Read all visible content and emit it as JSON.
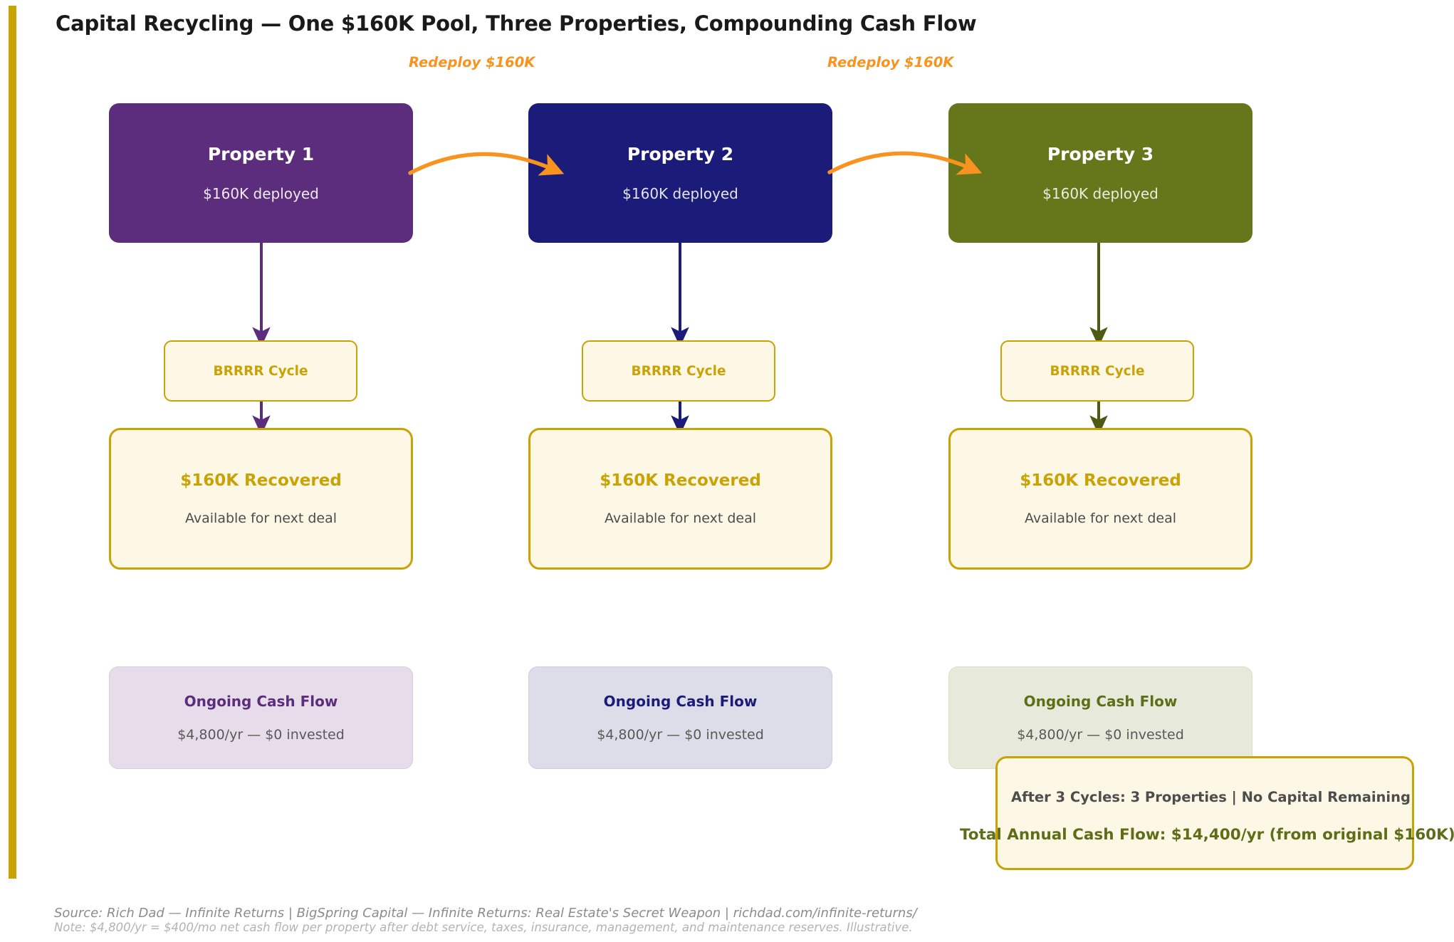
{
  "title": "Capital Recycling — One $160K Pool, Three Properties, Compounding Cash Flow",
  "colors": {
    "accent_bar": "#c9a206",
    "gold": "#c9a206",
    "cream": "#fdf8e6",
    "orange": "#f7931e",
    "purple": "#5c2d7d",
    "navy": "#1b1b7a",
    "olive": "#66761b",
    "title_text": "#1a1a1a"
  },
  "redeploy_labels": [
    {
      "text": "Redeploy $160K"
    },
    {
      "text": "Redeploy $160K"
    }
  ],
  "columns": [
    {
      "property": {
        "title": "Property 1",
        "subtitle": "$160K deployed",
        "color": "#5c2d7d"
      },
      "brrrr": {
        "label": "BRRRR Cycle"
      },
      "recovered": {
        "title": "$160K Recovered",
        "subtitle": "Available for next deal"
      },
      "cashflow": {
        "title": "Ongoing Cash Flow",
        "subtitle": "$4,800/yr  —  $0 invested"
      }
    },
    {
      "property": {
        "title": "Property 2",
        "subtitle": "$160K deployed",
        "color": "#1b1b7a"
      },
      "brrrr": {
        "label": "BRRRR Cycle"
      },
      "recovered": {
        "title": "$160K Recovered",
        "subtitle": "Available for next deal"
      },
      "cashflow": {
        "title": "Ongoing Cash Flow",
        "subtitle": "$4,800/yr  —  $0 invested"
      }
    },
    {
      "property": {
        "title": "Property 3",
        "subtitle": "$160K deployed",
        "color": "#66761b"
      },
      "brrrr": {
        "label": "BRRRR Cycle"
      },
      "recovered": {
        "title": "$160K Recovered",
        "subtitle": "Available for next deal"
      },
      "cashflow": {
        "title": "Ongoing Cash Flow",
        "subtitle": "$4,800/yr  —  $0 invested"
      }
    }
  ],
  "summary": {
    "line1": "After 3 Cycles: 3 Properties  |  No Capital Remaining",
    "line2": "Total Annual Cash Flow: $14,400/yr  (from original $160K)"
  },
  "footer": {
    "source": "Source: Rich Dad — Infinite Returns  |  BigSpring Capital — Infinite Returns: Real Estate's Secret Weapon  |  richdad.com/infinite-returns/",
    "note": "Note: $4,800/yr = $400/mo net cash flow per property after debt service, taxes, insurance, management, and maintenance reserves. Illustrative."
  },
  "chart_data": {
    "type": "diagram",
    "title": "Capital Recycling — One $160K Pool, Three Properties, Compounding Cash Flow",
    "pool_amount": "$160K",
    "cycles": 3,
    "nodes": [
      {
        "stage": "property",
        "cycle": 1,
        "label": "Property 1",
        "value": "$160K deployed",
        "amount": 160000
      },
      {
        "stage": "brrrr",
        "cycle": 1,
        "label": "BRRRR Cycle"
      },
      {
        "stage": "recovered",
        "cycle": 1,
        "label": "$160K Recovered",
        "amount": 160000,
        "note": "Available for next deal"
      },
      {
        "stage": "cashflow",
        "cycle": 1,
        "label": "Ongoing Cash Flow",
        "annual": 4800,
        "invested": 0
      },
      {
        "stage": "property",
        "cycle": 2,
        "label": "Property 2",
        "value": "$160K deployed",
        "amount": 160000
      },
      {
        "stage": "brrrr",
        "cycle": 2,
        "label": "BRRRR Cycle"
      },
      {
        "stage": "recovered",
        "cycle": 2,
        "label": "$160K Recovered",
        "amount": 160000,
        "note": "Available for next deal"
      },
      {
        "stage": "cashflow",
        "cycle": 2,
        "label": "Ongoing Cash Flow",
        "annual": 4800,
        "invested": 0
      },
      {
        "stage": "property",
        "cycle": 3,
        "label": "Property 3",
        "value": "$160K deployed",
        "amount": 160000
      },
      {
        "stage": "brrrr",
        "cycle": 3,
        "label": "BRRRR Cycle"
      },
      {
        "stage": "recovered",
        "cycle": 3,
        "label": "$160K Recovered",
        "amount": 160000,
        "note": "Available for next deal"
      },
      {
        "stage": "cashflow",
        "cycle": 3,
        "label": "Ongoing Cash Flow",
        "annual": 4800,
        "invested": 0
      }
    ],
    "edges": [
      {
        "from": "Property 1",
        "to": "Property 2",
        "label": "Redeploy $160K",
        "style": "curved-orange"
      },
      {
        "from": "Property 2",
        "to": "Property 3",
        "label": "Redeploy $160K",
        "style": "curved-orange"
      }
    ],
    "totals": {
      "properties": 3,
      "capital_remaining": 0,
      "total_annual_cash_flow": 14400,
      "original_capital": 160000
    }
  }
}
